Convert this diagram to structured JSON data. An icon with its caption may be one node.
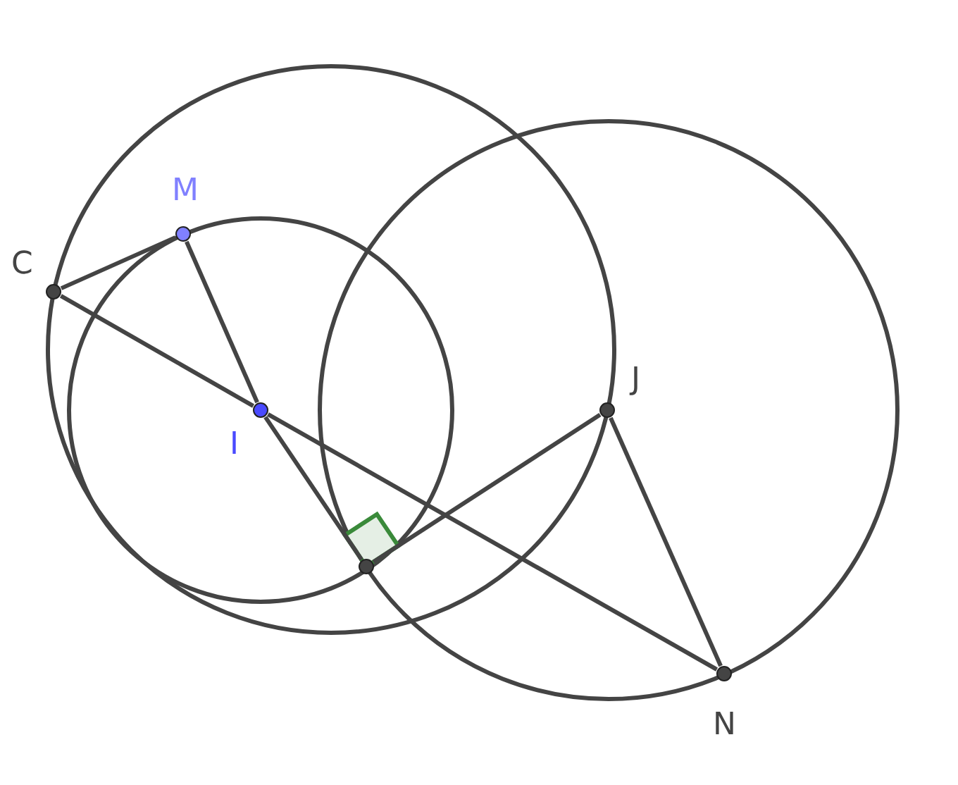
{
  "diagram": {
    "nodes": [
      {
        "text": [
          "C"
        ]
      },
      {
        "text": [
          "M"
        ]
      },
      {
        "text": [
          "I"
        ]
      },
      {
        "text": [
          "J"
        ]
      },
      {
        "text": [
          "N"
        ]
      },
      {
        "text": [],
        "shape": "circle"
      }
    ],
    "edges": [
      {
        "from": 0,
        "to": 1,
        "arrow": "none"
      },
      {
        "from": 0,
        "to": 2,
        "arrow": "none"
      },
      {
        "from": 2,
        "to": 4,
        "arrow": "none"
      },
      {
        "from": 1,
        "to": 2,
        "arrow": "none"
      },
      {
        "from": 2,
        "to": 5,
        "arrow": "none"
      },
      {
        "from": 5,
        "to": 3,
        "arrow": "none"
      },
      {
        "from": 3,
        "to": 4,
        "arrow": "none"
      }
    ]
  }
}
